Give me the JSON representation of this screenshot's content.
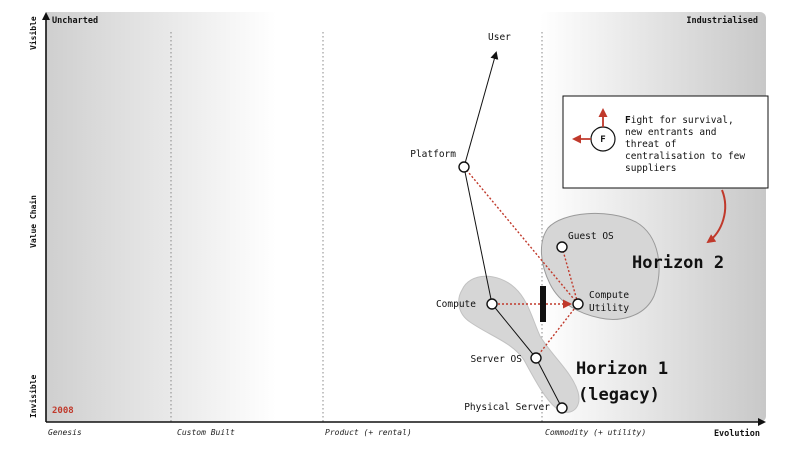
{
  "corners": {
    "top_left": "Uncharted",
    "top_right": "Industrialised"
  },
  "y_axis": {
    "label": "Value Chain",
    "top": "Visible",
    "bottom": "Invisible"
  },
  "x_axis": {
    "label": "Evolution",
    "stages": [
      "Genesis",
      "Custom Built",
      "Product (+ rental)",
      "Commodity (+ utility)"
    ]
  },
  "year": "2008",
  "components": {
    "user": "User",
    "platform": "Platform",
    "compute": "Compute",
    "server_os": "Server OS",
    "physical_server": "Physical Server",
    "guest_os": "Guest OS",
    "compute_utility_line1": "Compute",
    "compute_utility_line2": "Utility"
  },
  "horizons": {
    "h2": "Horizon 2",
    "h1_line1": "Horizon 1",
    "h1_line2": "(legacy)"
  },
  "legend": {
    "letter": "F",
    "first_letter": "F",
    "line1_rest": "ight for survival,",
    "line2": "new entrants and",
    "line3": "threat of",
    "line4": "centralisation to few",
    "line5": "suppliers"
  },
  "colors": {
    "accent_red": "#c0392b",
    "blob_grey": "#d9d9d9",
    "line": "#111111"
  }
}
